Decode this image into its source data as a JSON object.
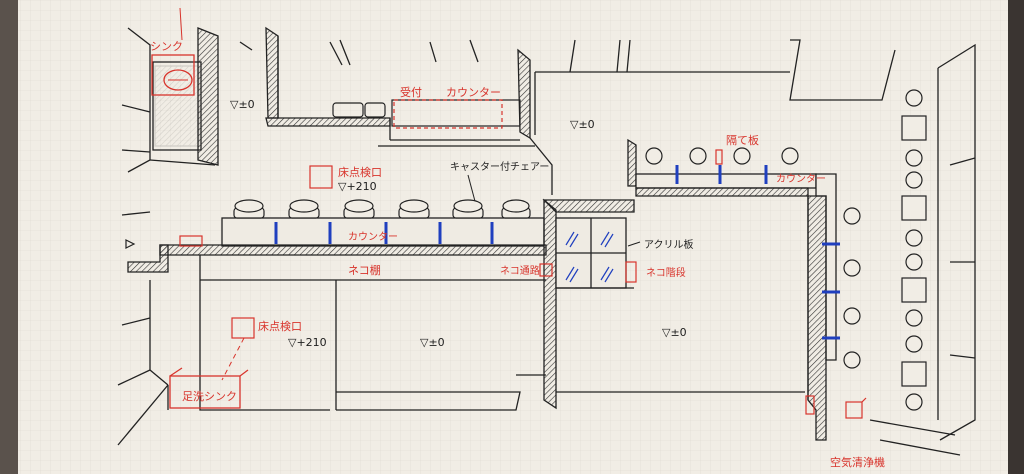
{
  "labels": {
    "sink_top": "シンク",
    "floor_pm0": "▽±0",
    "floor_p210": "▽+210",
    "reception": "受付",
    "kitchen_counter": "カウンター",
    "caster_chair": "キャスター付チェアー",
    "counter_left": "カウンター",
    "cat_shelf": "ネコ棚",
    "cat_path": "ネコ通路",
    "cat_stairs": "ネコ階段",
    "acrylic": "アクリル板",
    "partition": "隔て板",
    "counter_right": "カウンター",
    "floor_inspection_1": "床点検口",
    "floor_inspection_2": "床点検口",
    "foot_sink": "足洗シンク",
    "air_purifier": "空気清浄機"
  },
  "colors": {
    "paper": "#f2eee6",
    "grid": "#d9d5cc",
    "ink": "#1e1e1e",
    "red": "#d8342c",
    "blue": "#1f3fbf"
  }
}
